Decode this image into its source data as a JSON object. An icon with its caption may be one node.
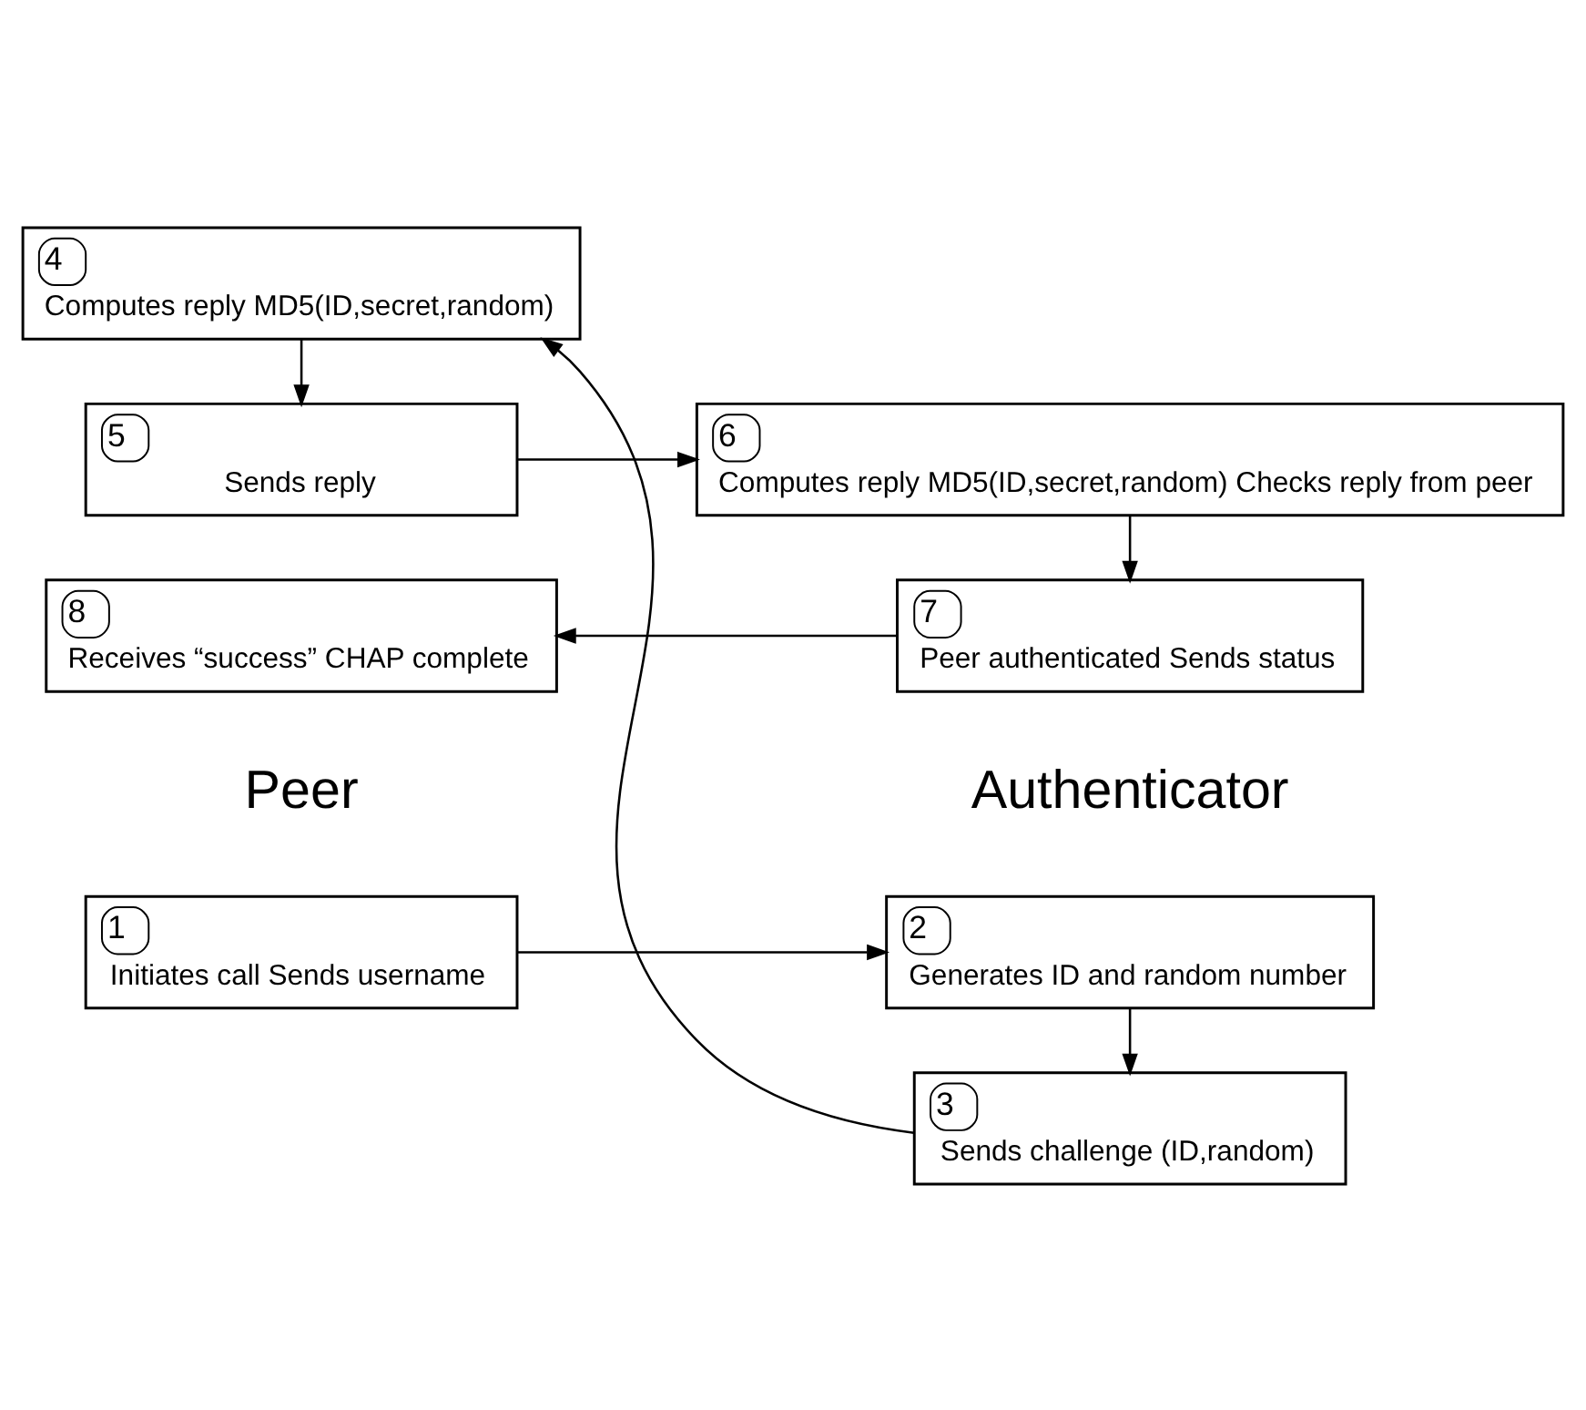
{
  "diagram": {
    "nodes": [
      {
        "text": [
          "1",
          "Initiates call Sends username"
        ]
      },
      {
        "text": [
          "2",
          "Generates ID and random number"
        ]
      },
      {
        "text": [
          "3",
          "Sends challenge (ID,random)"
        ]
      },
      {
        "text": [
          "4",
          "Computes reply MD5(ID,secret,random)"
        ]
      },
      {
        "text": [
          "5",
          "Sends reply"
        ]
      },
      {
        "text": [
          "6",
          "Computes reply MD5(ID,secret,random) Checks reply from peer"
        ]
      },
      {
        "text": [
          "7",
          "Peer authenticated Sends status"
        ]
      },
      {
        "text": [
          "8",
          "Receives “success” CHAP complete"
        ]
      }
    ],
    "edges": [
      {
        "from": 0,
        "to": 1,
        "arrow": "to"
      },
      {
        "from": 1,
        "to": 2,
        "arrow": "to"
      },
      {
        "from": 2,
        "to": 3,
        "arrow": "to"
      },
      {
        "from": 3,
        "to": 4,
        "arrow": "to"
      },
      {
        "from": 4,
        "to": 5,
        "arrow": "to"
      },
      {
        "from": 5,
        "to": 6,
        "arrow": "to"
      },
      {
        "from": 6,
        "to": 7,
        "arrow": "to"
      }
    ],
    "labels": [
      "Peer",
      "Authenticator"
    ]
  }
}
